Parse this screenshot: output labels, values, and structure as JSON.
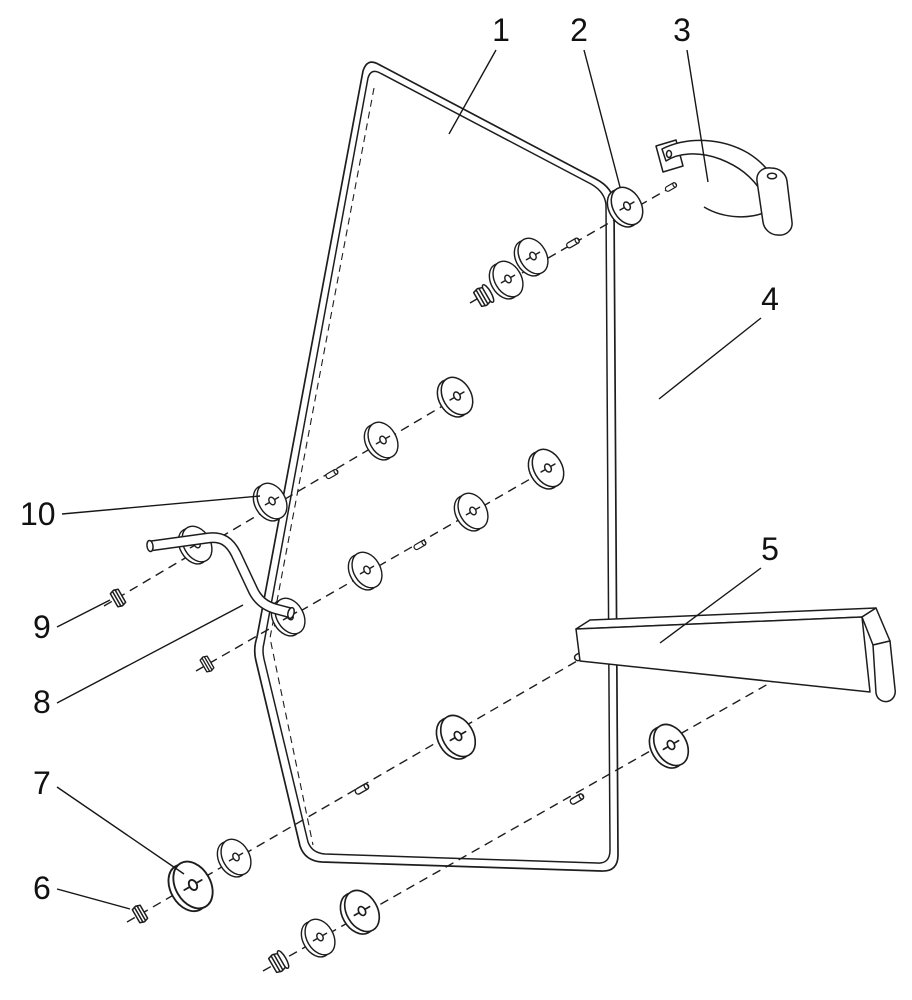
{
  "diagram": {
    "type": "exploded-parts-diagram",
    "colors": {
      "background": "#ffffff",
      "line": "#1d1d1d",
      "label": "#111111"
    },
    "callouts": [
      {
        "label": "1"
      },
      {
        "label": "2"
      },
      {
        "label": "3"
      },
      {
        "label": "4"
      },
      {
        "label": "5"
      },
      {
        "label": "6"
      },
      {
        "label": "7"
      },
      {
        "label": "8"
      },
      {
        "label": "9"
      },
      {
        "label": "10"
      }
    ]
  }
}
